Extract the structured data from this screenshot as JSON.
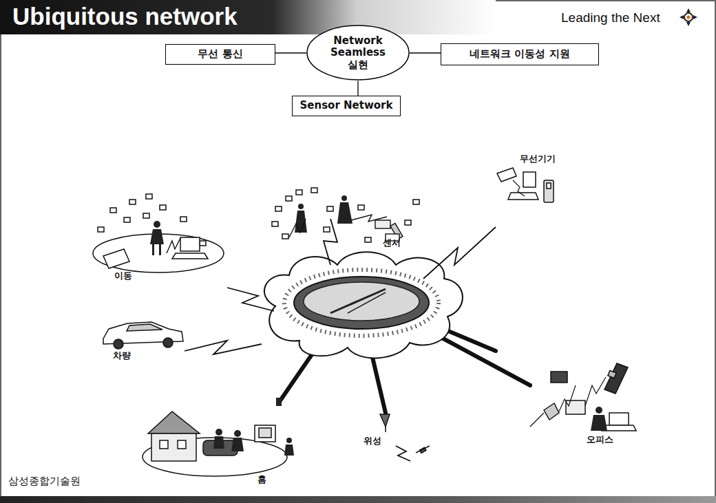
{
  "diagram": {
    "title": "Ubiquitous network",
    "nodes": [
      {
        "text": [
          "무선 통신"
        ]
      },
      {
        "text": [
          "Network Seamless 실현"
        ]
      },
      {
        "text": [
          "네트워크 이동성 지원"
        ]
      },
      {
        "text": [
          "Sensor Network"
        ]
      }
    ],
    "edges": [
      {
        "from": 0,
        "to": 1,
        "arrow": "none"
      },
      {
        "from": 1,
        "to": 2,
        "arrow": "none"
      },
      {
        "from": 1,
        "to": 3,
        "arrow": "none"
      }
    ],
    "labels": [
      "Leading the Next",
      "센서",
      "무선기기",
      "이동",
      "차량",
      "홈",
      "위성",
      "오피스",
      "삼성종합기술원"
    ]
  }
}
